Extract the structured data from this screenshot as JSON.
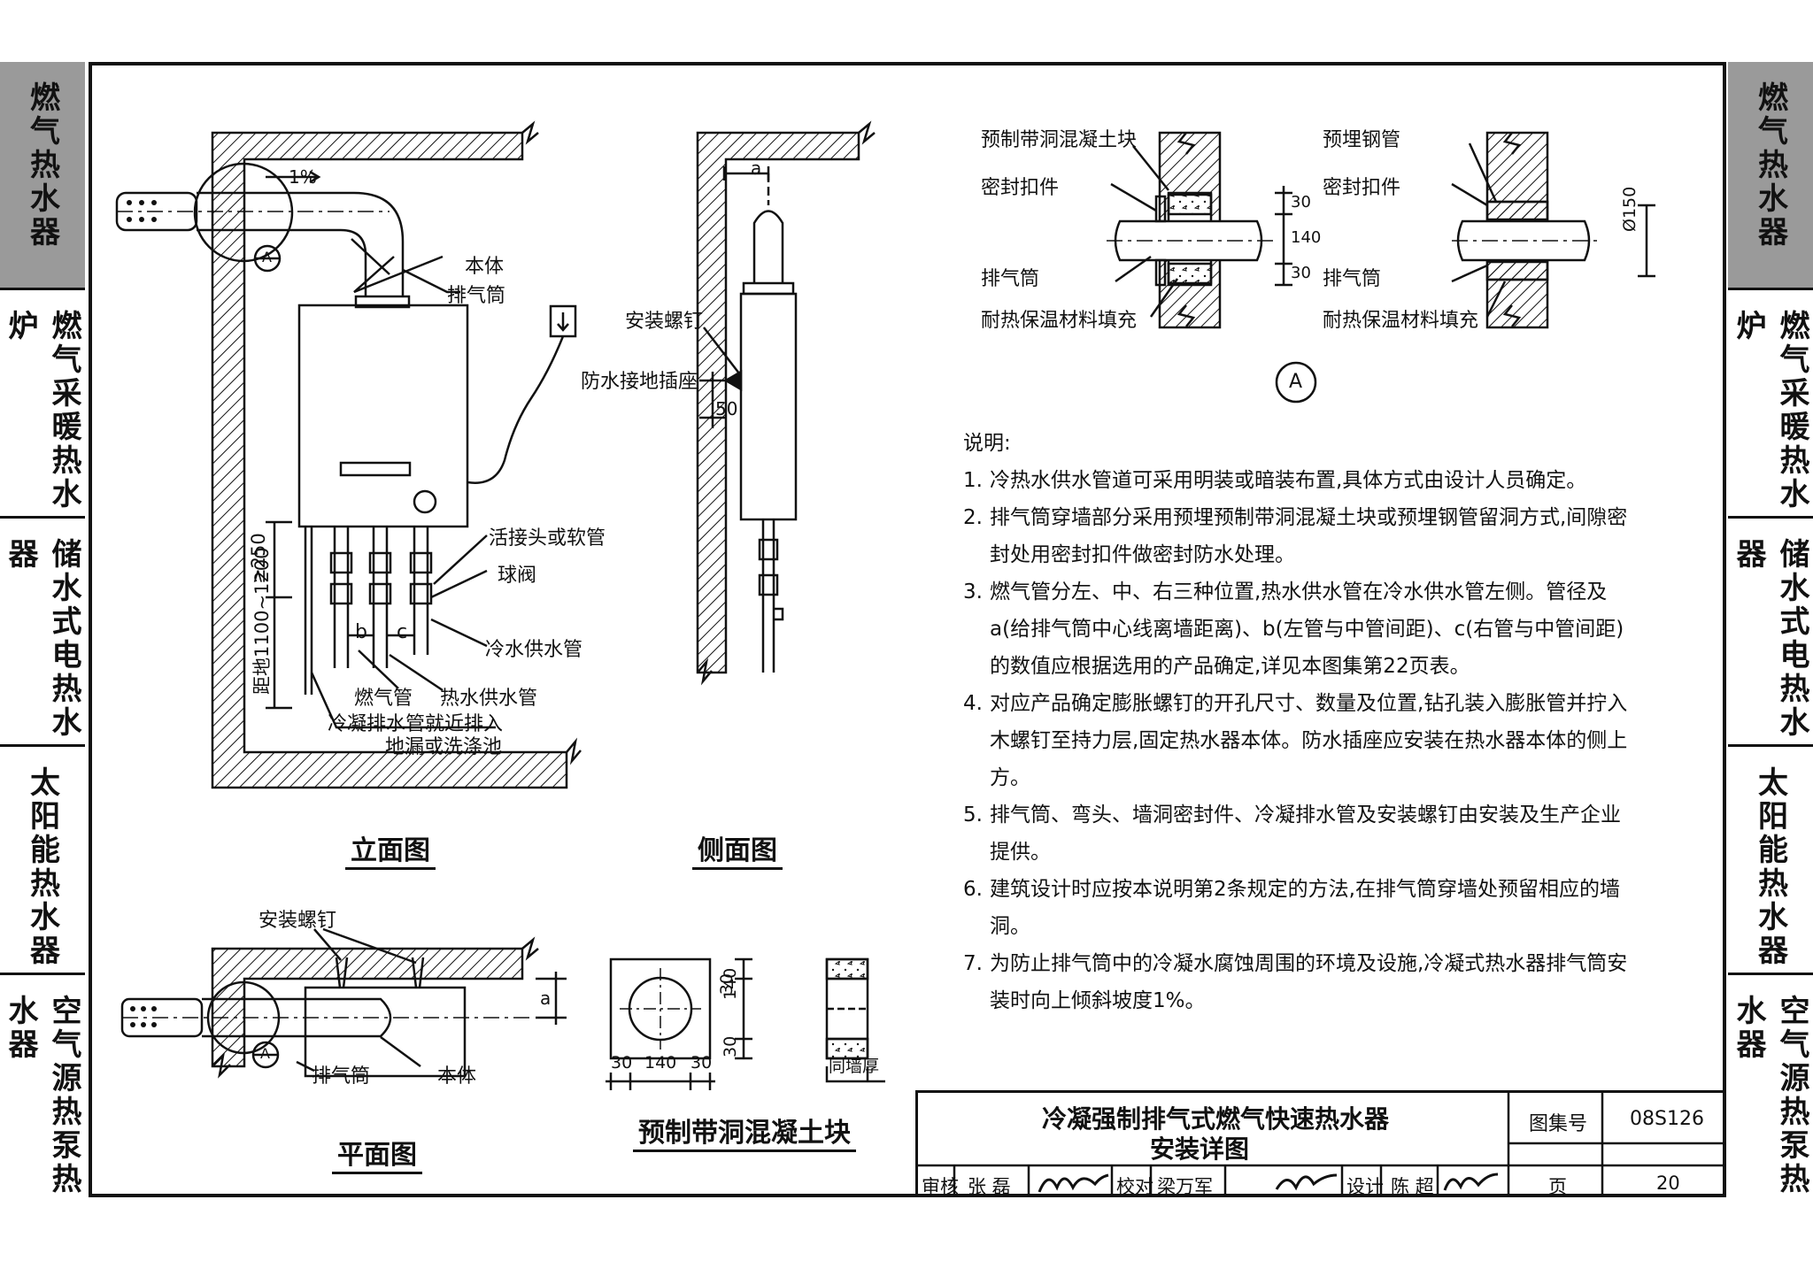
{
  "left_tabs": [
    {
      "label": "燃气热水器",
      "active": true
    },
    {
      "label": "燃气采暖热水炉",
      "active": false
    },
    {
      "label": "储水式电热水器",
      "active": false
    },
    {
      "label": "太阳能热水器",
      "active": false
    },
    {
      "label": "空气源热泵热水器",
      "active": false
    }
  ],
  "right_tabs": [
    {
      "label": "燃气热水器",
      "active": true
    },
    {
      "label": "燃气采暖热水炉",
      "active": false
    },
    {
      "label": "储水式电热水器",
      "active": false
    },
    {
      "label": "太阳能热水器",
      "active": false
    },
    {
      "label": "空气源热泵热水器",
      "active": false
    }
  ],
  "elevation": {
    "title": "立面图",
    "labels": {
      "slope": "1%",
      "flue": "排气筒",
      "body": "本体",
      "socket": "防水接地插座",
      "union": "活接头或软管",
      "ball_valve": "球阀",
      "cold_pipe": "冷水供水管",
      "gas_pipe": "燃气管",
      "hot_pipe": "热水供水管",
      "drain1": "冷凝排水管就近排入",
      "drain2": "地漏或洗涤池",
      "b": "b",
      "c": "c",
      "height": "距地1100~1200",
      "min": "≥250",
      "detail_mark": "A"
    }
  },
  "side_view": {
    "title": "侧面图",
    "labels": {
      "a": "a",
      "screw": "安装螺钉",
      "dim50": "50"
    }
  },
  "plan_view": {
    "title": "平面图",
    "labels": {
      "screw": "安装螺钉",
      "flue": "排气筒",
      "body": "本体",
      "a": "a",
      "detail_mark": "A"
    }
  },
  "block_view": {
    "title": "预制带洞混凝土块",
    "dims": {
      "d30a": "30",
      "d140": "140",
      "d30b": "30"
    },
    "wall": "同墙厚"
  },
  "detail_a": {
    "mark": "A",
    "left": {
      "block": "预制带洞混凝土块",
      "seal": "密封扣件",
      "flue": "排气筒",
      "fill": "耐热保温材料填充",
      "d30a": "30",
      "d140": "140",
      "d30b": "30"
    },
    "right": {
      "pipe": "预埋钢管",
      "seal": "密封扣件",
      "flue": "排气筒",
      "fill": "耐热保温材料填充",
      "dia": "Ø150"
    }
  },
  "notes": {
    "heading": "说明:",
    "items": [
      {
        "n": "1.",
        "text": "冷热水供水管道可采用明装或暗装布置,具体方式由设计人员确定。"
      },
      {
        "n": "2.",
        "text": "排气筒穿墙部分采用预埋预制带洞混凝土块或预埋钢管留洞方式,间隙密封处用密封扣件做密封防水处理。"
      },
      {
        "n": "3.",
        "text": "燃气管分左、中、右三种位置,热水供水管在冷水供水管左侧。管径及a(给排气筒中心线离墙距离)、b(左管与中管间距)、c(右管与中管间距)的数值应根据选用的产品确定,详见本图集第22页表。"
      },
      {
        "n": "4.",
        "text": "对应产品确定膨胀螺钉的开孔尺寸、数量及位置,钻孔装入膨胀管并拧入木螺钉至持力层,固定热水器本体。防水插座应安装在热水器本体的侧上方。"
      },
      {
        "n": "5.",
        "text": "排气筒、弯头、墙洞密封件、冷凝排水管及安装螺钉由安装及生产企业提供。"
      },
      {
        "n": "6.",
        "text": "建筑设计时应按本说明第2条规定的方法,在排气筒穿墙处预留相应的墙洞。"
      },
      {
        "n": "7.",
        "text": "为防止排气筒中的冷凝水腐蚀周围的环境及设施,冷凝式热水器排气筒安装时向上倾斜坡度1%。"
      }
    ]
  },
  "title_block": {
    "title_line1": "冷凝强制排气式燃气快速热水器",
    "title_line2": "安装详图",
    "atlas_label": "图集号",
    "atlas_no": "08S126",
    "page_label": "页",
    "page_no": "20",
    "review_label": "审核",
    "review_name": "张 磊",
    "check_label": "校对",
    "check_name": "梁万军",
    "design_label": "设计",
    "design_name": "陈 超"
  }
}
